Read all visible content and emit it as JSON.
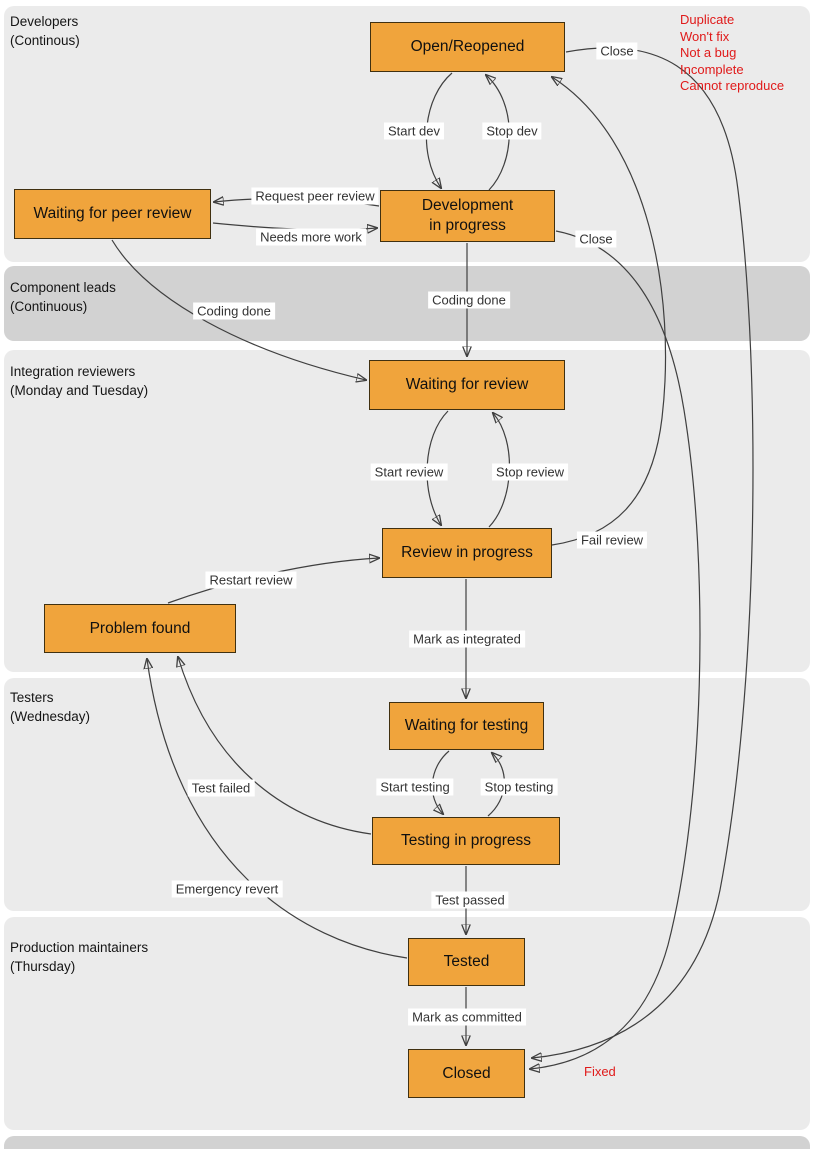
{
  "lanes": [
    {
      "line1": "Developers",
      "line2": "(Continous)"
    },
    {
      "line1": "Component leads",
      "line2": "(Continuous)"
    },
    {
      "line1": "Integration reviewers",
      "line2": "(Monday and Tuesday)"
    },
    {
      "line1": "Testers",
      "line2": "(Wednesday)"
    },
    {
      "line1": "Production maintainers",
      "line2": "(Thursday)"
    }
  ],
  "nodes": [
    {
      "id": "open-reopened",
      "label": "Open/Reopened"
    },
    {
      "id": "waiting-for-peer-review",
      "label": "Waiting for peer review"
    },
    {
      "id": "development-in-progress",
      "label": "Development\nin progress"
    },
    {
      "id": "waiting-for-review",
      "label": "Waiting for review"
    },
    {
      "id": "review-in-progress",
      "label": "Review in progress"
    },
    {
      "id": "problem-found",
      "label": "Problem found"
    },
    {
      "id": "waiting-for-testing",
      "label": "Waiting for testing"
    },
    {
      "id": "testing-in-progress",
      "label": "Testing in progress"
    },
    {
      "id": "tested",
      "label": "Tested"
    },
    {
      "id": "closed",
      "label": "Closed"
    }
  ],
  "edge_labels": [
    {
      "id": "close-top",
      "label": "Close"
    },
    {
      "id": "start-dev",
      "label": "Start dev"
    },
    {
      "id": "stop-dev",
      "label": "Stop dev"
    },
    {
      "id": "request-peer-review",
      "label": "Request peer review"
    },
    {
      "id": "needs-more-work",
      "label": "Needs more work"
    },
    {
      "id": "close-dev",
      "label": "Close"
    },
    {
      "id": "coding-done-left",
      "label": "Coding done"
    },
    {
      "id": "coding-done-center",
      "label": "Coding done"
    },
    {
      "id": "start-review",
      "label": "Start review"
    },
    {
      "id": "stop-review",
      "label": "Stop review"
    },
    {
      "id": "fail-review",
      "label": "Fail review"
    },
    {
      "id": "restart-review",
      "label": "Restart review"
    },
    {
      "id": "mark-as-integrated",
      "label": "Mark as integrated"
    },
    {
      "id": "start-testing",
      "label": "Start testing"
    },
    {
      "id": "stop-testing",
      "label": "Stop testing"
    },
    {
      "id": "test-failed",
      "label": "Test failed"
    },
    {
      "id": "test-passed",
      "label": "Test passed"
    },
    {
      "id": "emergency-revert",
      "label": "Emergency revert"
    },
    {
      "id": "mark-as-committed",
      "label": "Mark as committed"
    }
  ],
  "annotations": {
    "resolutions": [
      "Duplicate",
      "Won't fix",
      "Not a bug",
      "Incomplete",
      "Cannot reproduce"
    ],
    "fixed": "Fixed"
  },
  "colors": {
    "node_fill": "#F0A43C",
    "lane_light": "#EBEBEB",
    "lane_dark": "#D2D2D2",
    "annotation_red": "#E01A1A",
    "edge": "#3F3F3F"
  }
}
